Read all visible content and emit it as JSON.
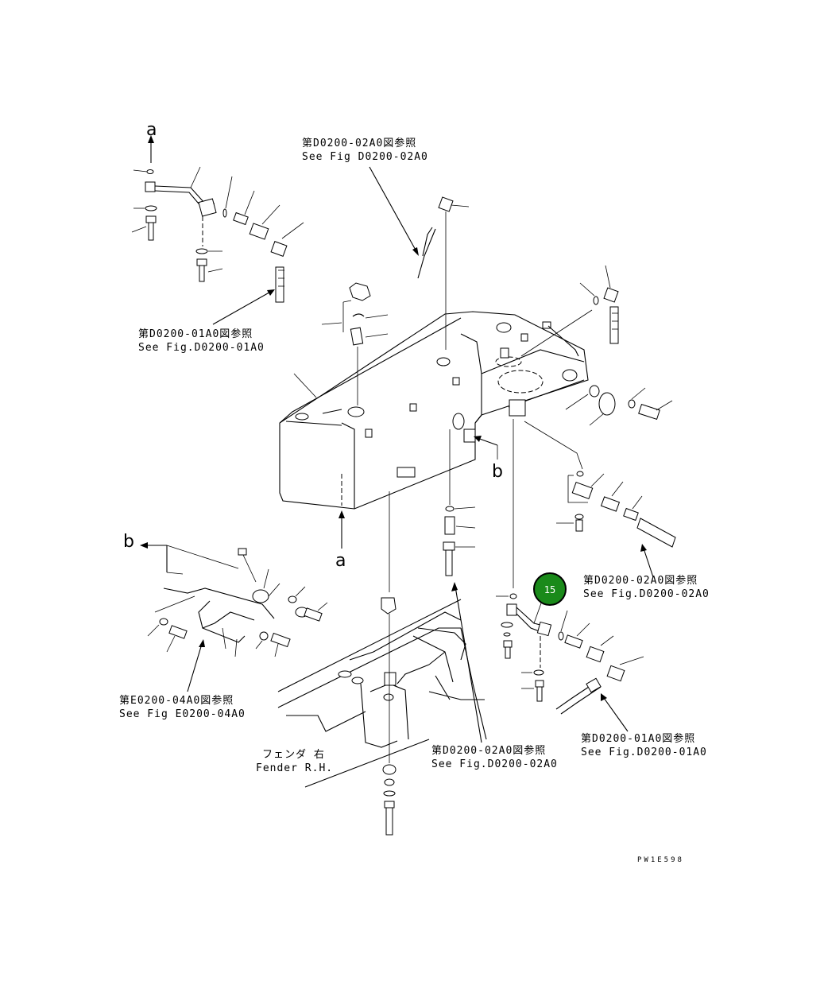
{
  "references": {
    "top_center": {
      "jp": "第D0200-02A0図参照",
      "en": "See Fig D0200-02A0"
    },
    "top_left": {
      "jp": "第D0200-01A0図参照",
      "en": "See Fig.D0200-01A0"
    },
    "right_mid": {
      "jp": "第D0200-02A0図参照",
      "en": "See Fig.D0200-02A0"
    },
    "left_lower": {
      "jp": "第E0200-04A0図参照",
      "en": "See Fig E0200-04A0"
    },
    "bottom_center": {
      "jp": "第D0200-02A0図参照",
      "en": "See Fig.D0200-02A0"
    },
    "bottom_right": {
      "jp": "第D0200-01A0図参照",
      "en": "See Fig.D0200-01A0"
    }
  },
  "fender": {
    "jp": "フェンダ 右",
    "en": "Fender R.H."
  },
  "view_marks": {
    "a_top": "a",
    "a_bottom": "a",
    "b_right": "b",
    "b_left": "b"
  },
  "callout": {
    "number": "15",
    "color": "#1a8a1a",
    "border": "#000000"
  },
  "drawing_code": "PW1E598"
}
